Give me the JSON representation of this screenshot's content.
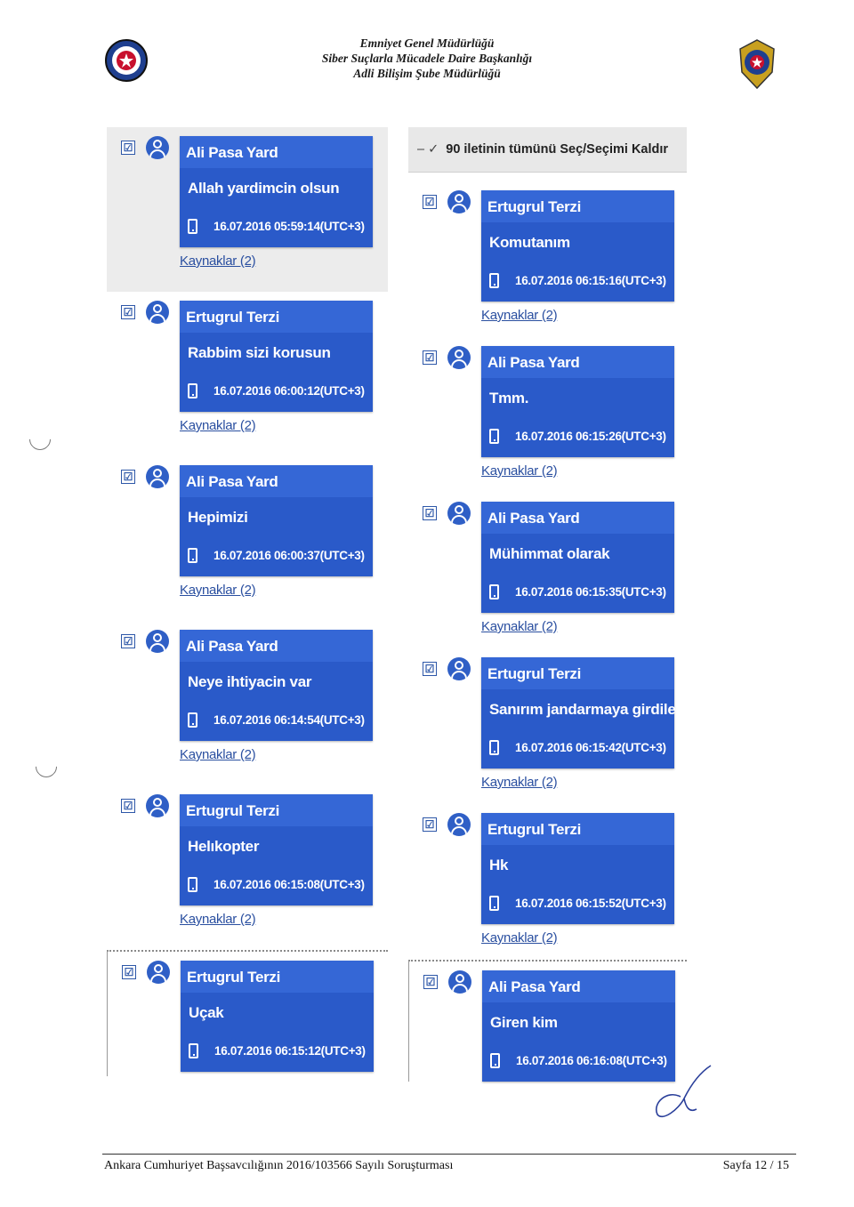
{
  "header": {
    "line1": "Emniyet Genel Müdürlüğü",
    "line2": "Siber Suçlarla Mücadele Daire Başkanlığı",
    "line3": "Adli Bilişim Şube Müdürlüğü"
  },
  "select_all_label": "90 iletinin tümünü Seç/Seçimi Kaldır",
  "left_messages": [
    {
      "sender": "Ali Pasa Yard",
      "text": "Allah yardimcin olsun",
      "time": "16.07.2016 05:59:14(UTC+3)",
      "sources": "Kaynaklar (2)",
      "checked": "☑"
    },
    {
      "sender": "Ertugrul Terzi",
      "text": "Rabbim sizi korusun",
      "time": "16.07.2016 06:00:12(UTC+3)",
      "sources": "Kaynaklar (2)",
      "checked": "☑"
    },
    {
      "sender": "Ali Pasa Yard",
      "text": "Hepimizi",
      "time": "16.07.2016 06:00:37(UTC+3)",
      "sources": "Kaynaklar (2)",
      "checked": "☑"
    },
    {
      "sender": "Ali Pasa Yard",
      "text": "Neye ihtiyacin var",
      "time": "16.07.2016 06:14:54(UTC+3)",
      "sources": "Kaynaklar (2)",
      "checked": "☑"
    },
    {
      "sender": "Ertugrul Terzi",
      "text": "Helıkopter",
      "time": "16.07.2016 06:15:08(UTC+3)",
      "sources": "Kaynaklar (2)",
      "checked": "☑"
    },
    {
      "sender": "Ertugrul Terzi",
      "text": "Uçak",
      "time": "16.07.2016 06:15:12(UTC+3)",
      "checked": "☑"
    }
  ],
  "right_messages": [
    {
      "sender": "Ertugrul Terzi",
      "text": "Komutanım",
      "time": "16.07.2016 06:15:16(UTC+3)",
      "sources": "Kaynaklar (2)",
      "checked": "☑"
    },
    {
      "sender": "Ali Pasa Yard",
      "text": "Tmm.",
      "time": "16.07.2016 06:15:26(UTC+3)",
      "sources": "Kaynaklar (2)",
      "checked": "☑"
    },
    {
      "sender": "Ali Pasa Yard",
      "text": "Mühimmat olarak",
      "time": "16.07.2016 06:15:35(UTC+3)",
      "sources": "Kaynaklar (2)",
      "checked": "☑"
    },
    {
      "sender": "Ertugrul Terzi",
      "text": "Sanırım jandarmaya girdiler",
      "time": "16.07.2016 06:15:42(UTC+3)",
      "sources": "Kaynaklar (2)",
      "checked": "☑"
    },
    {
      "sender": "Ertugrul Terzi",
      "text": "Hk",
      "time": "16.07.2016 06:15:52(UTC+3)",
      "sources": "Kaynaklar (2)",
      "checked": "☑"
    },
    {
      "sender": "Ali Pasa Yard",
      "text": "Giren kim",
      "time": "16.07.2016 06:16:08(UTC+3)",
      "checked": "☑"
    }
  ],
  "footer": {
    "left": "Ankara Cumhuriyet Başsavcılığının 2016/103566 Sayılı Soruşturması",
    "right": "Sayfa 12 / 15"
  },
  "colors": {
    "bubble": "#2a5ac9",
    "bubble_header": "#3567d6",
    "link": "#2a4fa0"
  }
}
